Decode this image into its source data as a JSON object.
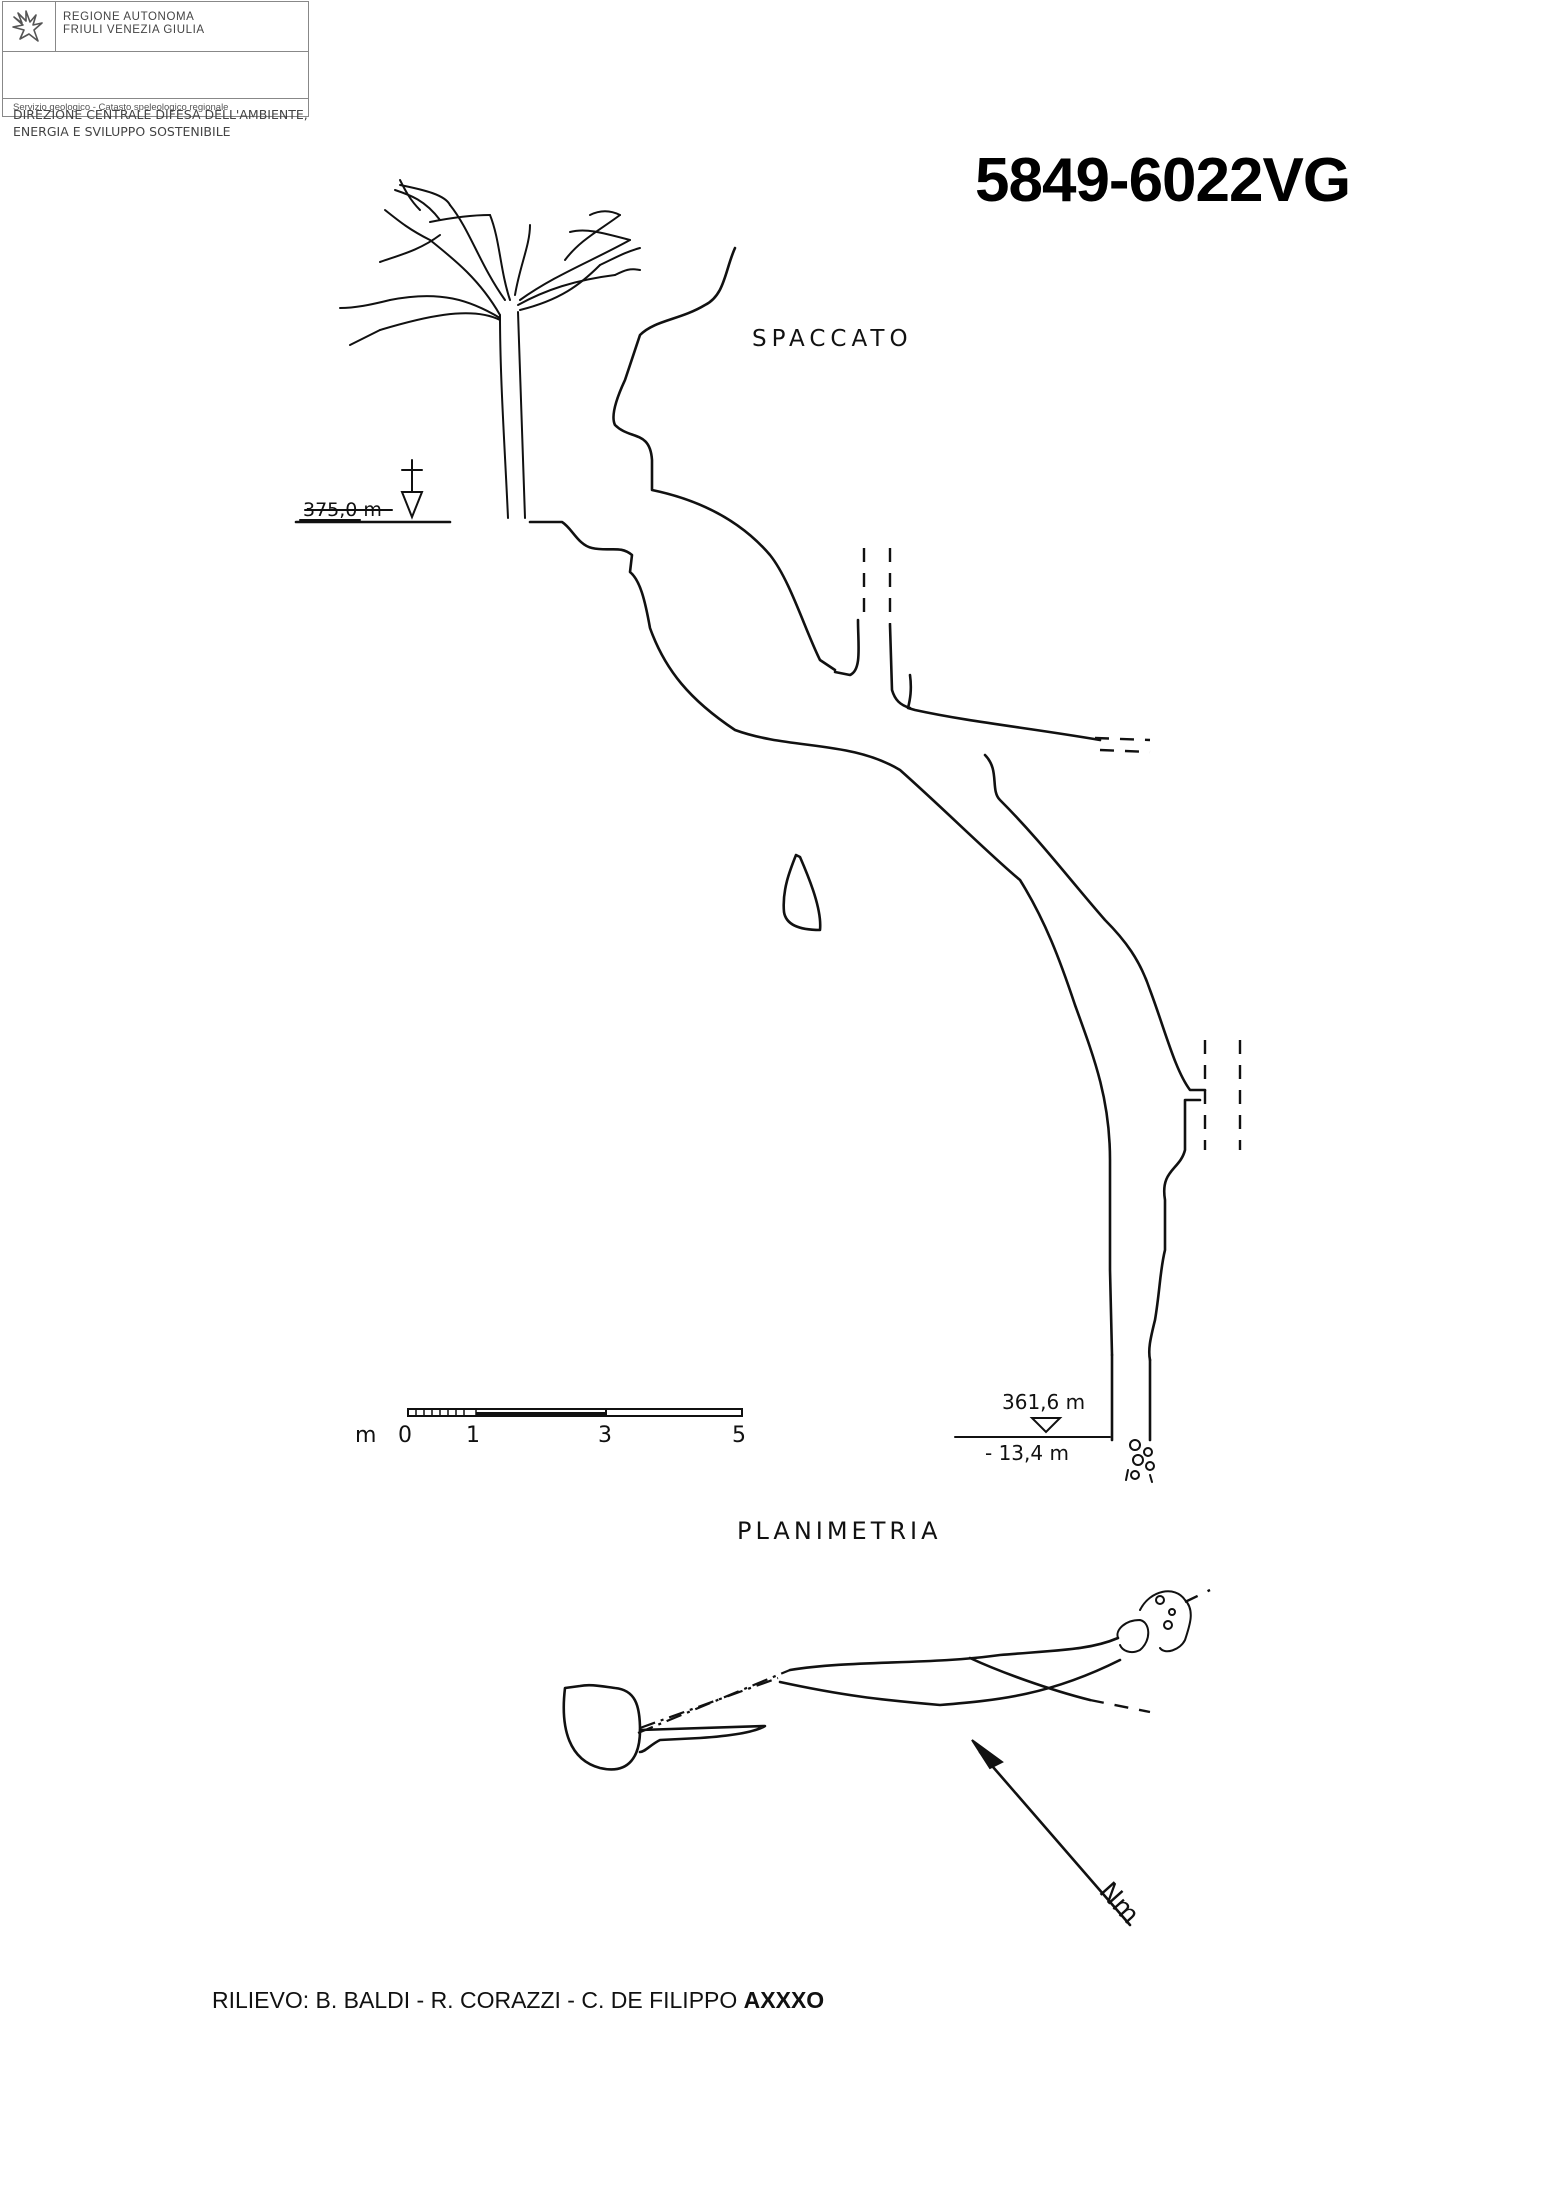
{
  "header": {
    "region_line1": "REGIONE AUTONOMA",
    "region_line2": "FRIULI VENEZIA GIULIA",
    "direction_line1": "DIREZIONE CENTRALE DIFESA DELL'AMBIENTE,",
    "direction_line2": "ENERGIA E SVILUPPO SOSTENIBILE",
    "service": "Servizio geologico - Catasto speleologico regionale"
  },
  "cave_code": "5849-6022VG",
  "section_title": "SPACCATO",
  "plan_title": "PLANIMETRIA",
  "labels": {
    "entrance_elevation": "375,0 m",
    "bottom_elevation": "361,6 m",
    "depth": "- 13,4 m",
    "north": "Nm"
  },
  "scale_bar": {
    "unit": "m",
    "ticks": [
      "0",
      "1",
      "3",
      "5"
    ]
  },
  "credits": {
    "prefix": "RILIEVO: B. BALDI - R. CORAZZI - C. DE FILIPPO",
    "group": "AXXXO"
  },
  "colors": {
    "ink": "#111111",
    "frame": "#888888"
  }
}
